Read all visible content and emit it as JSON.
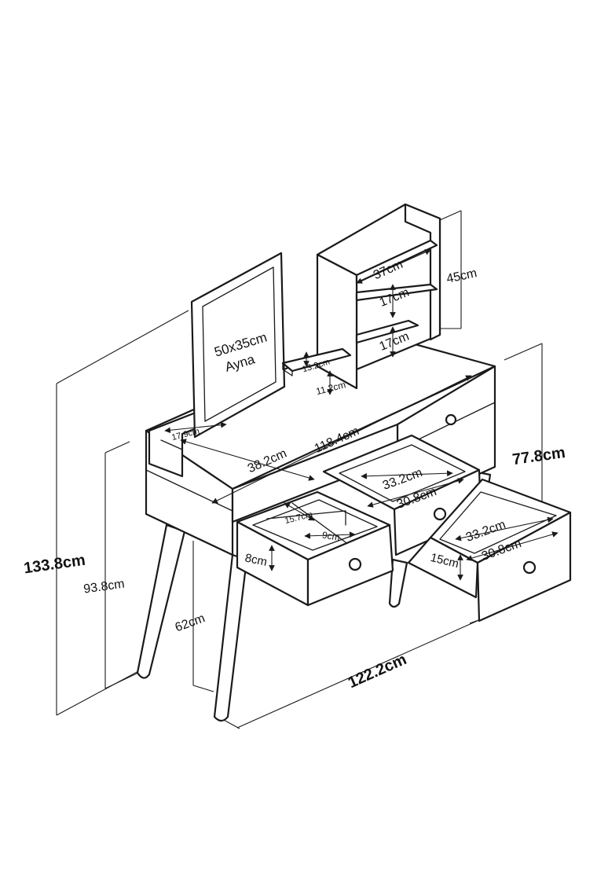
{
  "labels": {
    "mirror": "50x35cm",
    "mirror_word": "Ayna",
    "shelf_width": "37cm",
    "shelf_gap_upper": "17cm",
    "shelf_gap_lower": "17cm",
    "shelf_height": "45cm",
    "small_shelf_depth": "13.2cm",
    "small_shelf_height": "11.2cm",
    "left_shelf_depth": "17.9cm",
    "top_width": "118.4cm",
    "top_depth": "38.2cm",
    "left_drawer_depth": "15.7cm",
    "left_drawer_width": "9cm",
    "left_drawer_height": "8cm",
    "mid_drawer_outer": "33.2cm",
    "mid_drawer_inner": "30.8cm",
    "right_drawer_outer": "33.2cm",
    "right_drawer_inner": "30.8cm",
    "right_drawer_height": "15cm",
    "total_height": "133.8cm",
    "table_height": "93.8cm",
    "leg_height": "62cm",
    "right_height": "77.8cm",
    "total_width": "122.2cm"
  },
  "colors": {
    "line": "#1a1a1a",
    "background": "#ffffff"
  }
}
